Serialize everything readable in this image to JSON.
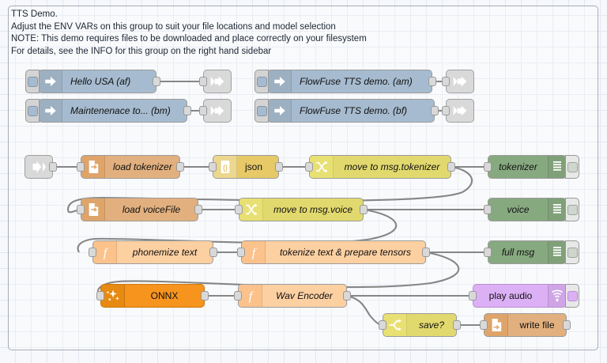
{
  "editor": {
    "app": "Node-RED flow editor",
    "canvas_name": "flow-canvas"
  },
  "group": {
    "name": "tts-demo-group",
    "comment_lines": [
      "TTS Demo.",
      "Adjust the ENV VARs on this group to suit your file locations and model selection",
      "NOTE: This demo requires files to be downloaded and place correctly on your filesystem",
      "For details, see the INFO for this group on the right hand sidebar"
    ]
  },
  "nodes": {
    "inject_hello_usa": {
      "label": "Hello USA (af)",
      "type": "inject",
      "icon": "inject-arrow-icon",
      "color": "#a6bbcf"
    },
    "inject_maintenance": {
      "label": "Maintenenace to... (bm)",
      "type": "inject",
      "icon": "inject-arrow-icon",
      "color": "#a6bbcf"
    },
    "inject_flowfuse_am": {
      "label": "FlowFuse TTS demo. (am)",
      "type": "inject",
      "icon": "inject-arrow-icon",
      "color": "#a6bbcf"
    },
    "inject_flowfuse_bf": {
      "label": "FlowFuse TTS demo. (bf)",
      "type": "inject",
      "icon": "inject-arrow-icon",
      "color": "#a6bbcf"
    },
    "link_out_1": {
      "label": "",
      "type": "link out",
      "icon": "link-out-icon",
      "color": "#d9d9d9"
    },
    "link_out_2": {
      "label": "",
      "type": "link out",
      "icon": "link-out-icon",
      "color": "#d9d9d9"
    },
    "link_out_3": {
      "label": "",
      "type": "link out",
      "icon": "link-out-icon",
      "color": "#d9d9d9"
    },
    "link_out_4": {
      "label": "",
      "type": "link out",
      "icon": "link-out-icon",
      "color": "#d9d9d9"
    },
    "link_in_1": {
      "label": "",
      "type": "link in",
      "icon": "link-in-icon",
      "color": "#d9d9d9"
    },
    "load_tokenizer": {
      "label": "load tokenizer",
      "type": "file in",
      "icon": "file-in-icon",
      "color": "#e2b07e"
    },
    "json": {
      "label": "json",
      "type": "json",
      "icon": "braces-icon",
      "color": "#e7c967"
    },
    "move_to_msg_tokenizer": {
      "label": "move to msg.tokenizer",
      "type": "change",
      "icon": "shuffle-icon",
      "color": "#e2d96e"
    },
    "debug_tokenizer": {
      "label": "tokenizer",
      "type": "debug",
      "icon": "debug-bars-icon",
      "color": "#87a980"
    },
    "load_voicefile": {
      "label": "load voiceFile",
      "type": "file in",
      "icon": "file-in-icon",
      "color": "#e2b07e"
    },
    "move_to_msg_voice": {
      "label": "move to msg.voice",
      "type": "change",
      "icon": "shuffle-icon",
      "color": "#e2d96e"
    },
    "debug_voice": {
      "label": "voice",
      "type": "debug",
      "icon": "debug-bars-icon",
      "color": "#87a980"
    },
    "phonemize_text": {
      "label": "phonemize text",
      "type": "function",
      "icon": "function-icon",
      "color": "#fdd0a2"
    },
    "tokenize_text": {
      "label": "tokenize text & prepare tensors",
      "type": "function",
      "icon": "function-icon",
      "color": "#fdd0a2"
    },
    "debug_full_msg": {
      "label": "full msg",
      "type": "debug",
      "icon": "debug-bars-icon",
      "color": "#87a980"
    },
    "onnx": {
      "label": "ONNX",
      "type": "onnx",
      "icon": "sparkle-icon",
      "color": "#f7941e"
    },
    "wav_encoder": {
      "label": "Wav Encoder",
      "type": "function",
      "icon": "function-icon",
      "color": "#fdd0a2"
    },
    "play_audio": {
      "label": "play audio",
      "type": "audio out",
      "icon": "speaker-icon",
      "color": "#dcb0f5"
    },
    "save_switch": {
      "label": "save?",
      "type": "switch",
      "icon": "switch-icon",
      "color": "#e2d96e"
    },
    "write_file": {
      "label": "write file",
      "type": "file",
      "icon": "file-out-icon",
      "color": "#dfa46a"
    }
  },
  "colors": {
    "canvas_bg": "#f7f8fb",
    "grid_line": "#e3e7f0",
    "wire": "#868686",
    "group_border": "#a6acb8"
  }
}
